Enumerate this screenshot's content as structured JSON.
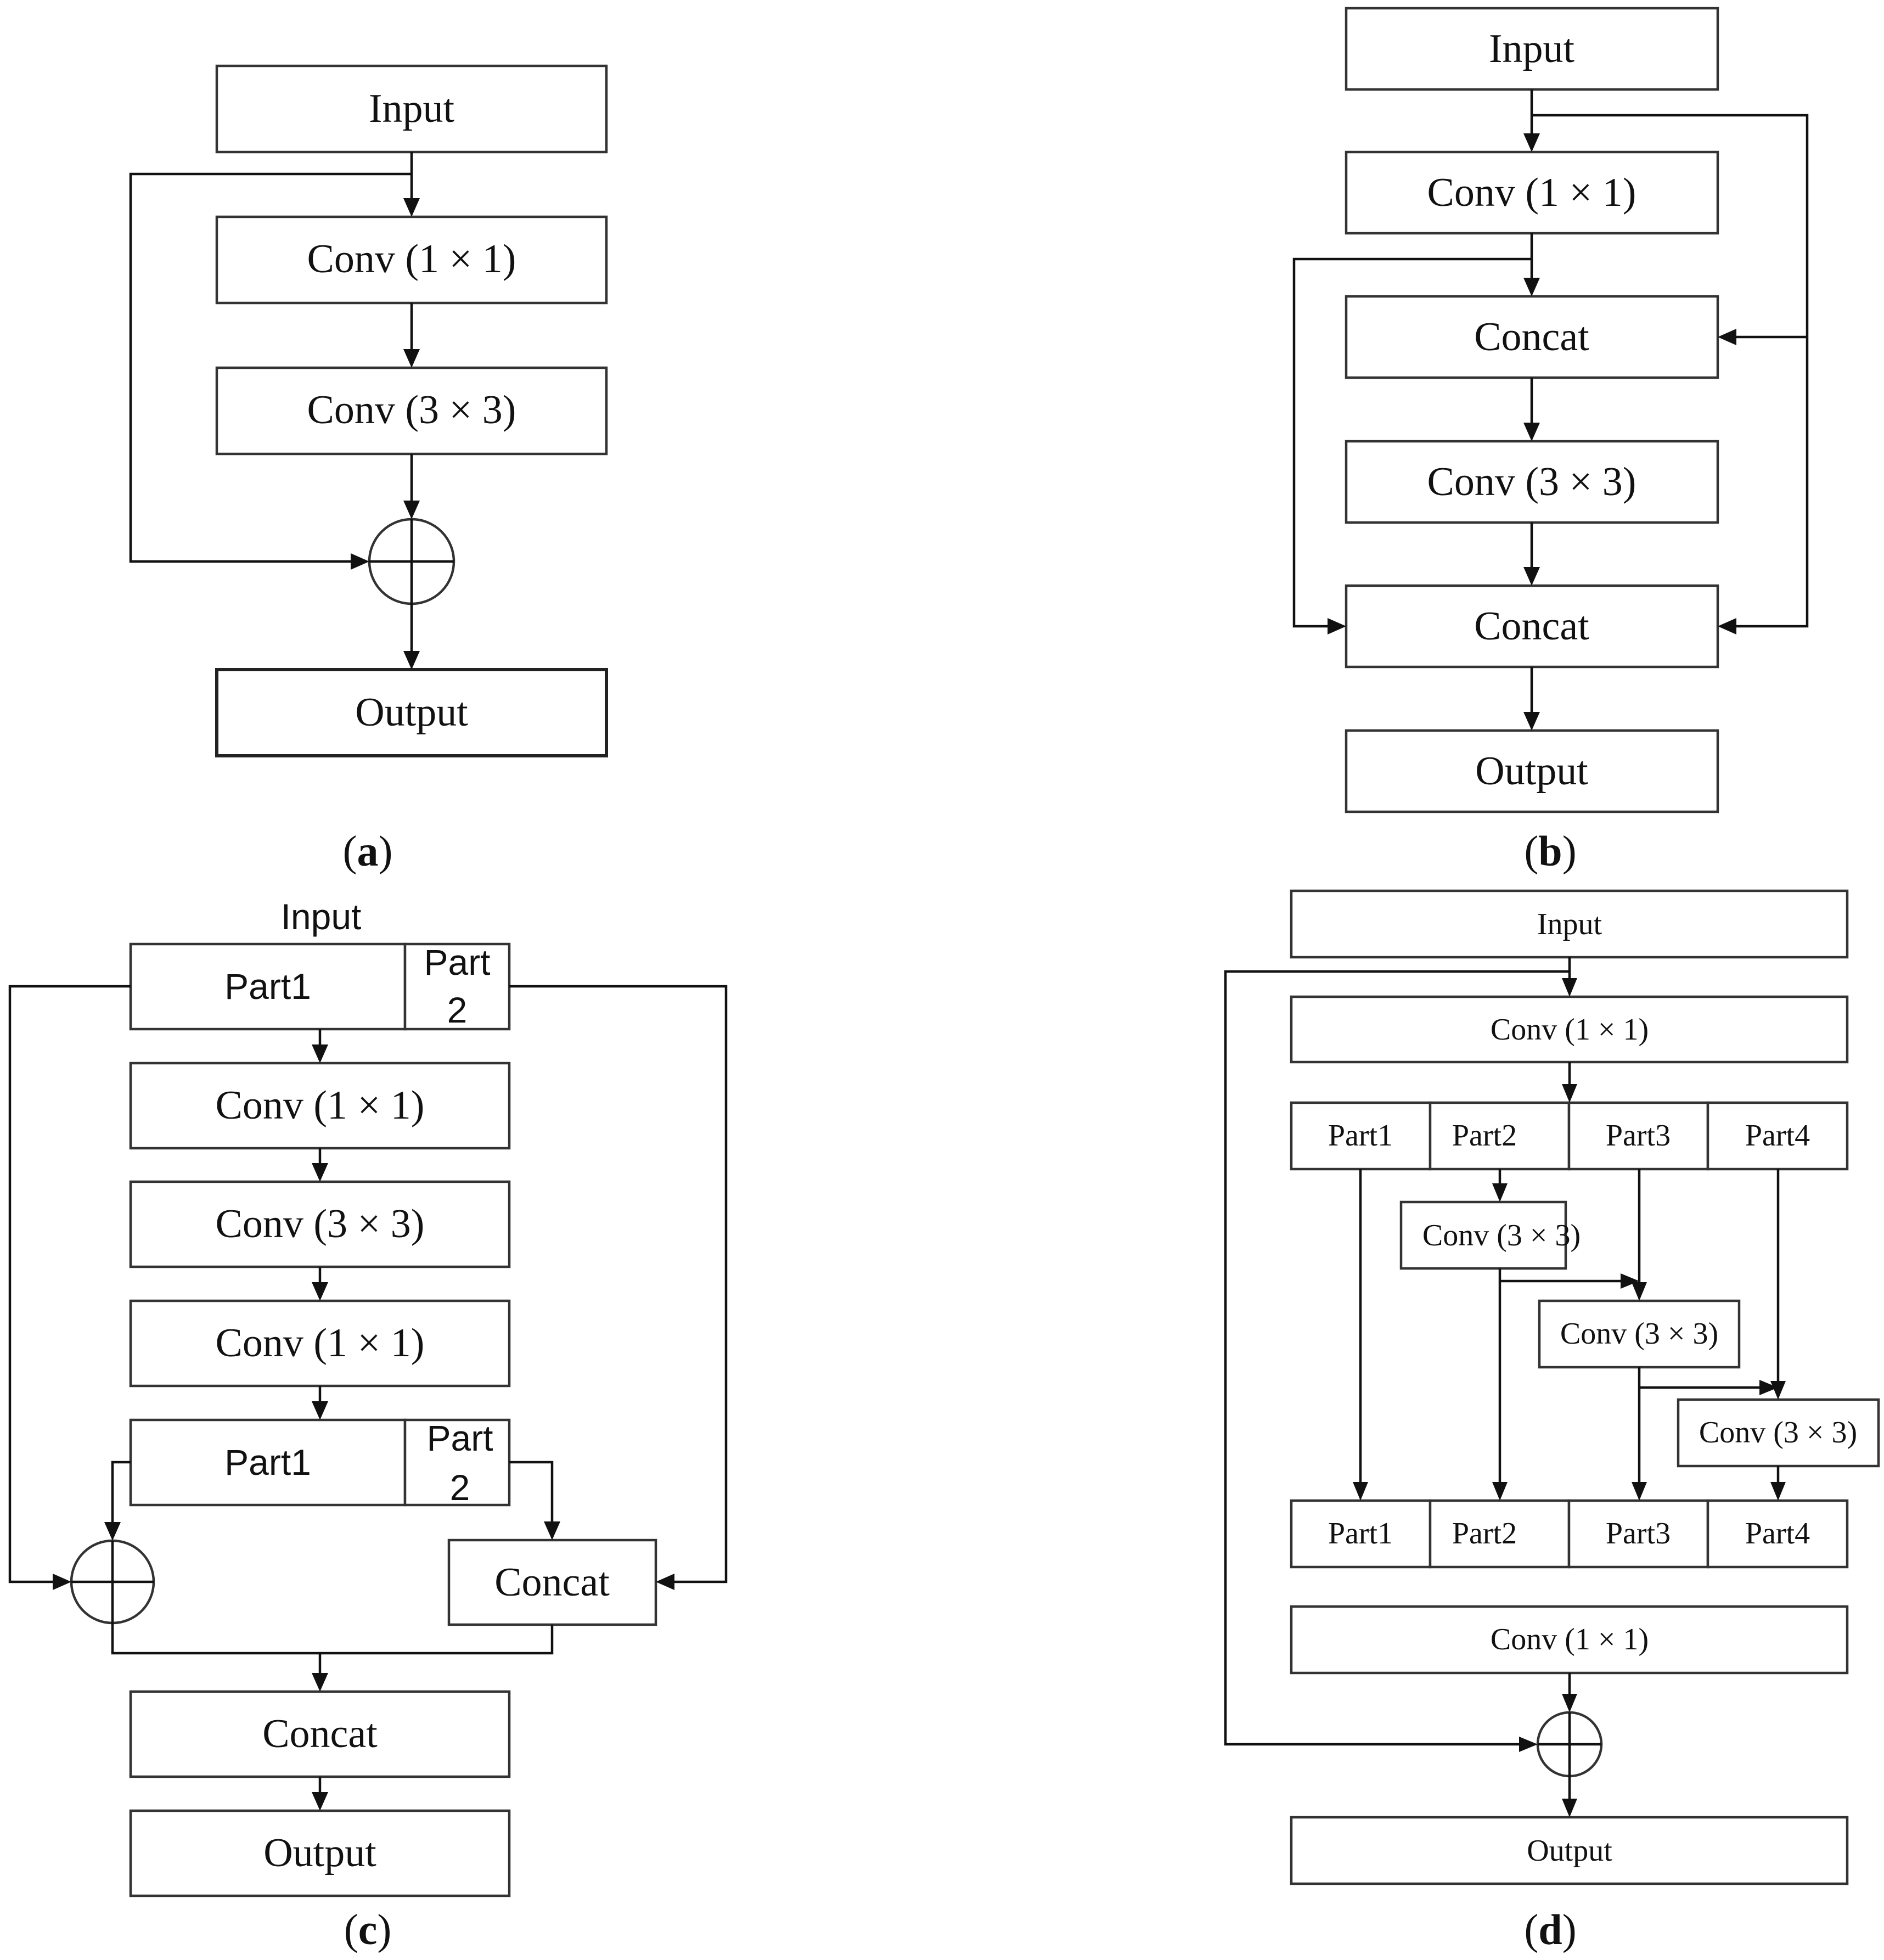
{
  "panel_a": {
    "caption_letter": "a",
    "input": "Input",
    "conv1": "Conv (1 × 1)",
    "conv3": "Conv (3 × 3)",
    "output": "Output"
  },
  "panel_b": {
    "caption_letter": "b",
    "input": "Input",
    "conv1": "Conv (1 × 1)",
    "concat1": "Concat",
    "conv3": "Conv (3 × 3)",
    "concat2": "Concat",
    "output": "Output"
  },
  "panel_c": {
    "caption_letter": "c",
    "input": "Input",
    "part1_top": "Part1",
    "part2_top_line1": "Part",
    "part2_top_line2": "2",
    "conv1_a": "Conv (1 × 1)",
    "conv3": "Conv (3 × 3)",
    "conv1_b": "Conv (1 × 1)",
    "part1_mid": "Part1",
    "part2_mid_line1": "Part",
    "part2_mid_line2": "2",
    "concat_side": "Concat",
    "concat_main": "Concat",
    "output": "Output"
  },
  "panel_d": {
    "caption_letter": "d",
    "input": "Input",
    "conv1_top": "Conv (1 × 1)",
    "split": [
      "Part1",
      "Part2",
      "Part3",
      "Part4"
    ],
    "conv3_a": "Conv (3 × 3)",
    "conv3_b": "Conv (3 × 3)",
    "conv3_c": "Conv (3 × 3)",
    "merged": [
      "Part1",
      "Part2",
      "Part3",
      "Part4"
    ],
    "conv1_bottom": "Conv (1 × 1)",
    "output": "Output"
  }
}
